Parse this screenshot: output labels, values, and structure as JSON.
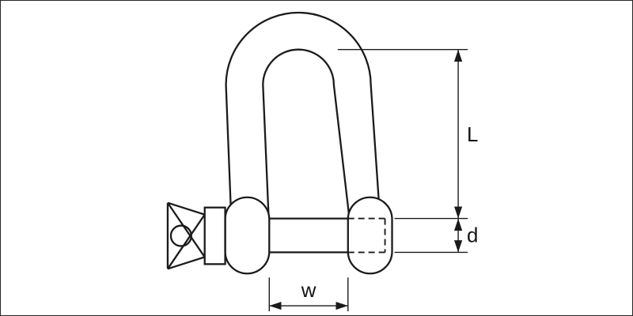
{
  "page": {
    "background": "#ffffff",
    "frame_color": "#262626"
  },
  "drawing": {
    "subject": "screw-pin-d-shackle",
    "line_color": "#1b1b1b",
    "dimension_line_color": "#1b1b1b",
    "labels": {
      "length": "L",
      "pin_diameter": "d",
      "inside_width": "w"
    }
  }
}
